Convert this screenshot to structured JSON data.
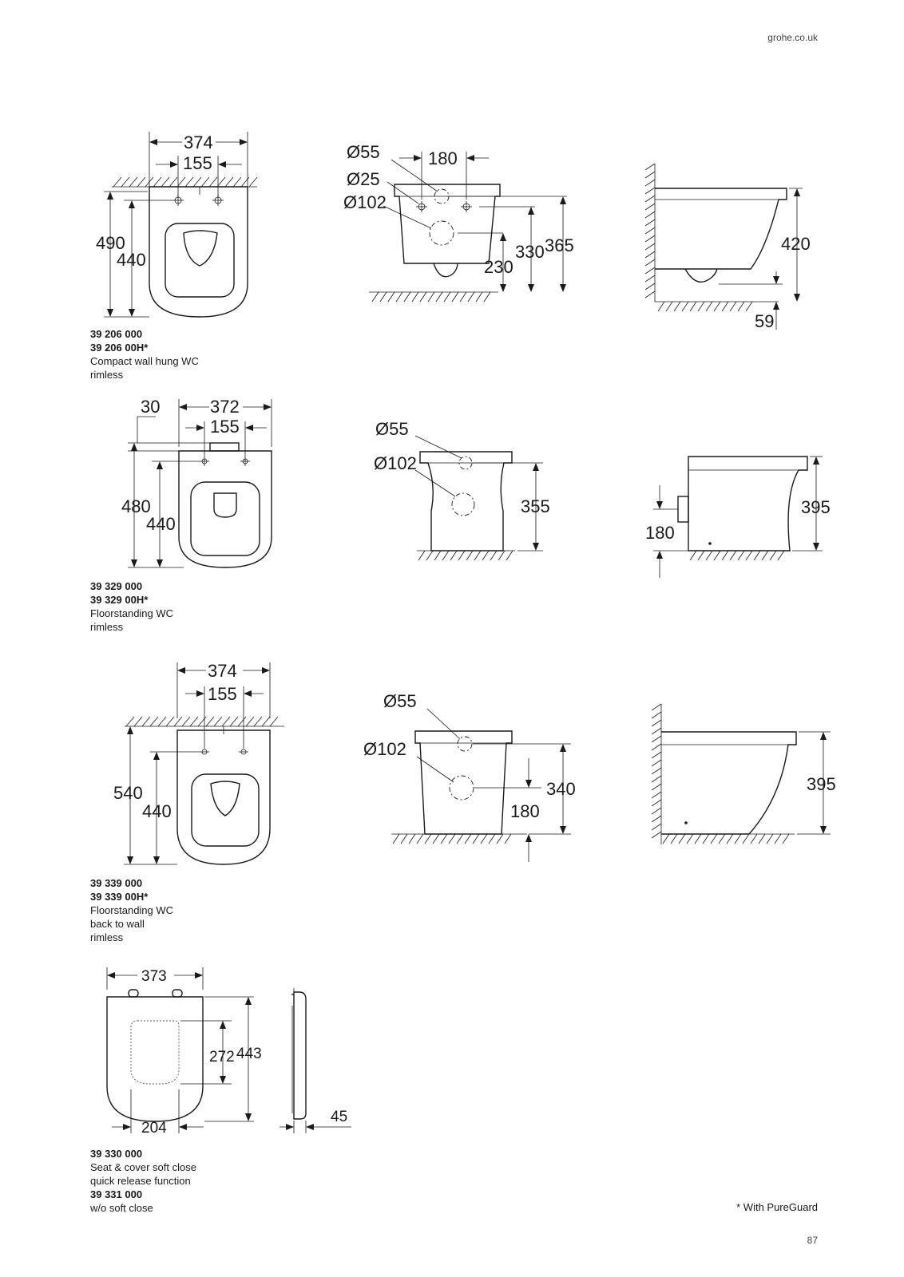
{
  "header": {
    "site": "grohe.co.uk"
  },
  "products": [
    {
      "codes": [
        "39 206 000",
        "39 206 00H*"
      ],
      "desc": [
        "Compact wall hung WC",
        "rimless"
      ],
      "plan": {
        "width": "374",
        "holes": "155",
        "depth_total": "490",
        "depth_bowl": "440"
      },
      "front": {
        "d1": "Ø55",
        "d2": "Ø25",
        "d3": "Ø102",
        "spacing": "180",
        "h1": "230",
        "h2": "330",
        "h3": "365"
      },
      "side": {
        "height": "420",
        "floor_gap": "59"
      }
    },
    {
      "codes": [
        "39 329 000",
        "39 329 00H*"
      ],
      "desc": [
        "Floorstanding WC",
        "rimless"
      ],
      "plan": {
        "offset": "30",
        "width": "372",
        "holes": "155",
        "depth_total": "480",
        "depth_bowl": "440"
      },
      "front": {
        "d1": "Ø55",
        "d3": "Ø102",
        "h1": "355"
      },
      "side": {
        "height": "395",
        "outlet": "180"
      }
    },
    {
      "codes": [
        "39 339 000",
        "39 339 00H*"
      ],
      "desc": [
        "Floorstanding WC",
        "back to wall",
        "rimless"
      ],
      "plan": {
        "width": "374",
        "holes": "155",
        "depth_total": "540",
        "depth_bowl": "440"
      },
      "front": {
        "d1": "Ø55",
        "d3": "Ø102",
        "h1": "340",
        "h2": "180"
      },
      "side": {
        "height": "395"
      }
    },
    {
      "codes": [
        "39 330 000",
        "39 331 000"
      ],
      "desc": [
        "Seat & cover soft close",
        "quick release function",
        "w/o soft close"
      ],
      "plan": {
        "width": "373",
        "inner_width": "204",
        "inner_depth": "272",
        "depth": "443",
        "thickness": "45"
      }
    }
  ],
  "footnote": "* With PureGuard",
  "page_number": "87"
}
